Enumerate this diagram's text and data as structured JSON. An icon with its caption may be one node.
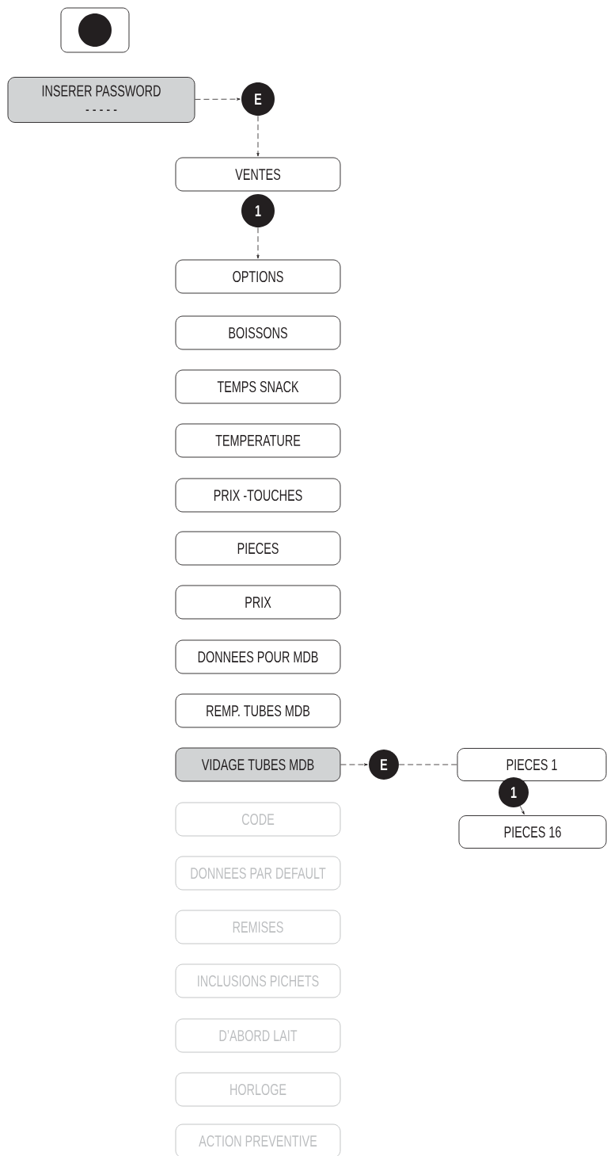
{
  "diagram": {
    "nodes": [
      {
        "text": [],
        "shape": "box"
      },
      {
        "text": [
          "INSERER PASSWORD",
          "- - - - -"
        ]
      },
      {
        "text": [
          "E"
        ]
      },
      {
        "text": [
          "VENTES"
        ]
      },
      {
        "text": [
          "1"
        ]
      },
      {
        "text": [
          "OPTIONS"
        ]
      },
      {
        "text": [
          "BOISSONS"
        ]
      },
      {
        "text": [
          "TEMPS SNACK"
        ]
      },
      {
        "text": [
          "TEMPERATURE"
        ]
      },
      {
        "text": [
          "PRIX -TOUCHES"
        ]
      },
      {
        "text": [
          "PIECES"
        ]
      },
      {
        "text": [
          "PRIX"
        ]
      },
      {
        "text": [
          "DONNEES POUR MDB"
        ]
      },
      {
        "text": [
          "REMP. TUBES  MDB"
        ]
      },
      {
        "text": [
          "VIDAGE TUBES  MDB"
        ]
      },
      {
        "text": [
          "E"
        ]
      },
      {
        "text": [
          "PIECES 1"
        ]
      },
      {
        "text": [
          "1"
        ]
      },
      {
        "text": [
          "PIECES 16"
        ]
      },
      {
        "text": [
          "CODE"
        ]
      },
      {
        "text": [
          "DONNEES PAR DEFAULT"
        ]
      },
      {
        "text": [
          "REMISES"
        ]
      },
      {
        "text": [
          "INCLUSIONS PICHETS"
        ]
      },
      {
        "text": [
          "D’ABORD LAIT"
        ]
      },
      {
        "text": [
          "HORLOGE"
        ]
      },
      {
        "text": [
          "ACTION PREVENTIVE"
        ]
      }
    ],
    "edges": [
      {
        "from": 1,
        "to": 2,
        "arrow": "to",
        "style": "dashed"
      },
      {
        "from": 2,
        "to": 3,
        "arrow": "to",
        "style": "dashed"
      },
      {
        "from": 4,
        "to": 5,
        "arrow": "to",
        "style": "dashed"
      },
      {
        "from": 14,
        "to": 15,
        "arrow": "to",
        "style": "dashed"
      },
      {
        "from": 15,
        "to": 16,
        "arrow": "none",
        "style": "dashed"
      },
      {
        "from": 17,
        "to": 18,
        "arrow": "to",
        "style": "dashed"
      }
    ]
  }
}
